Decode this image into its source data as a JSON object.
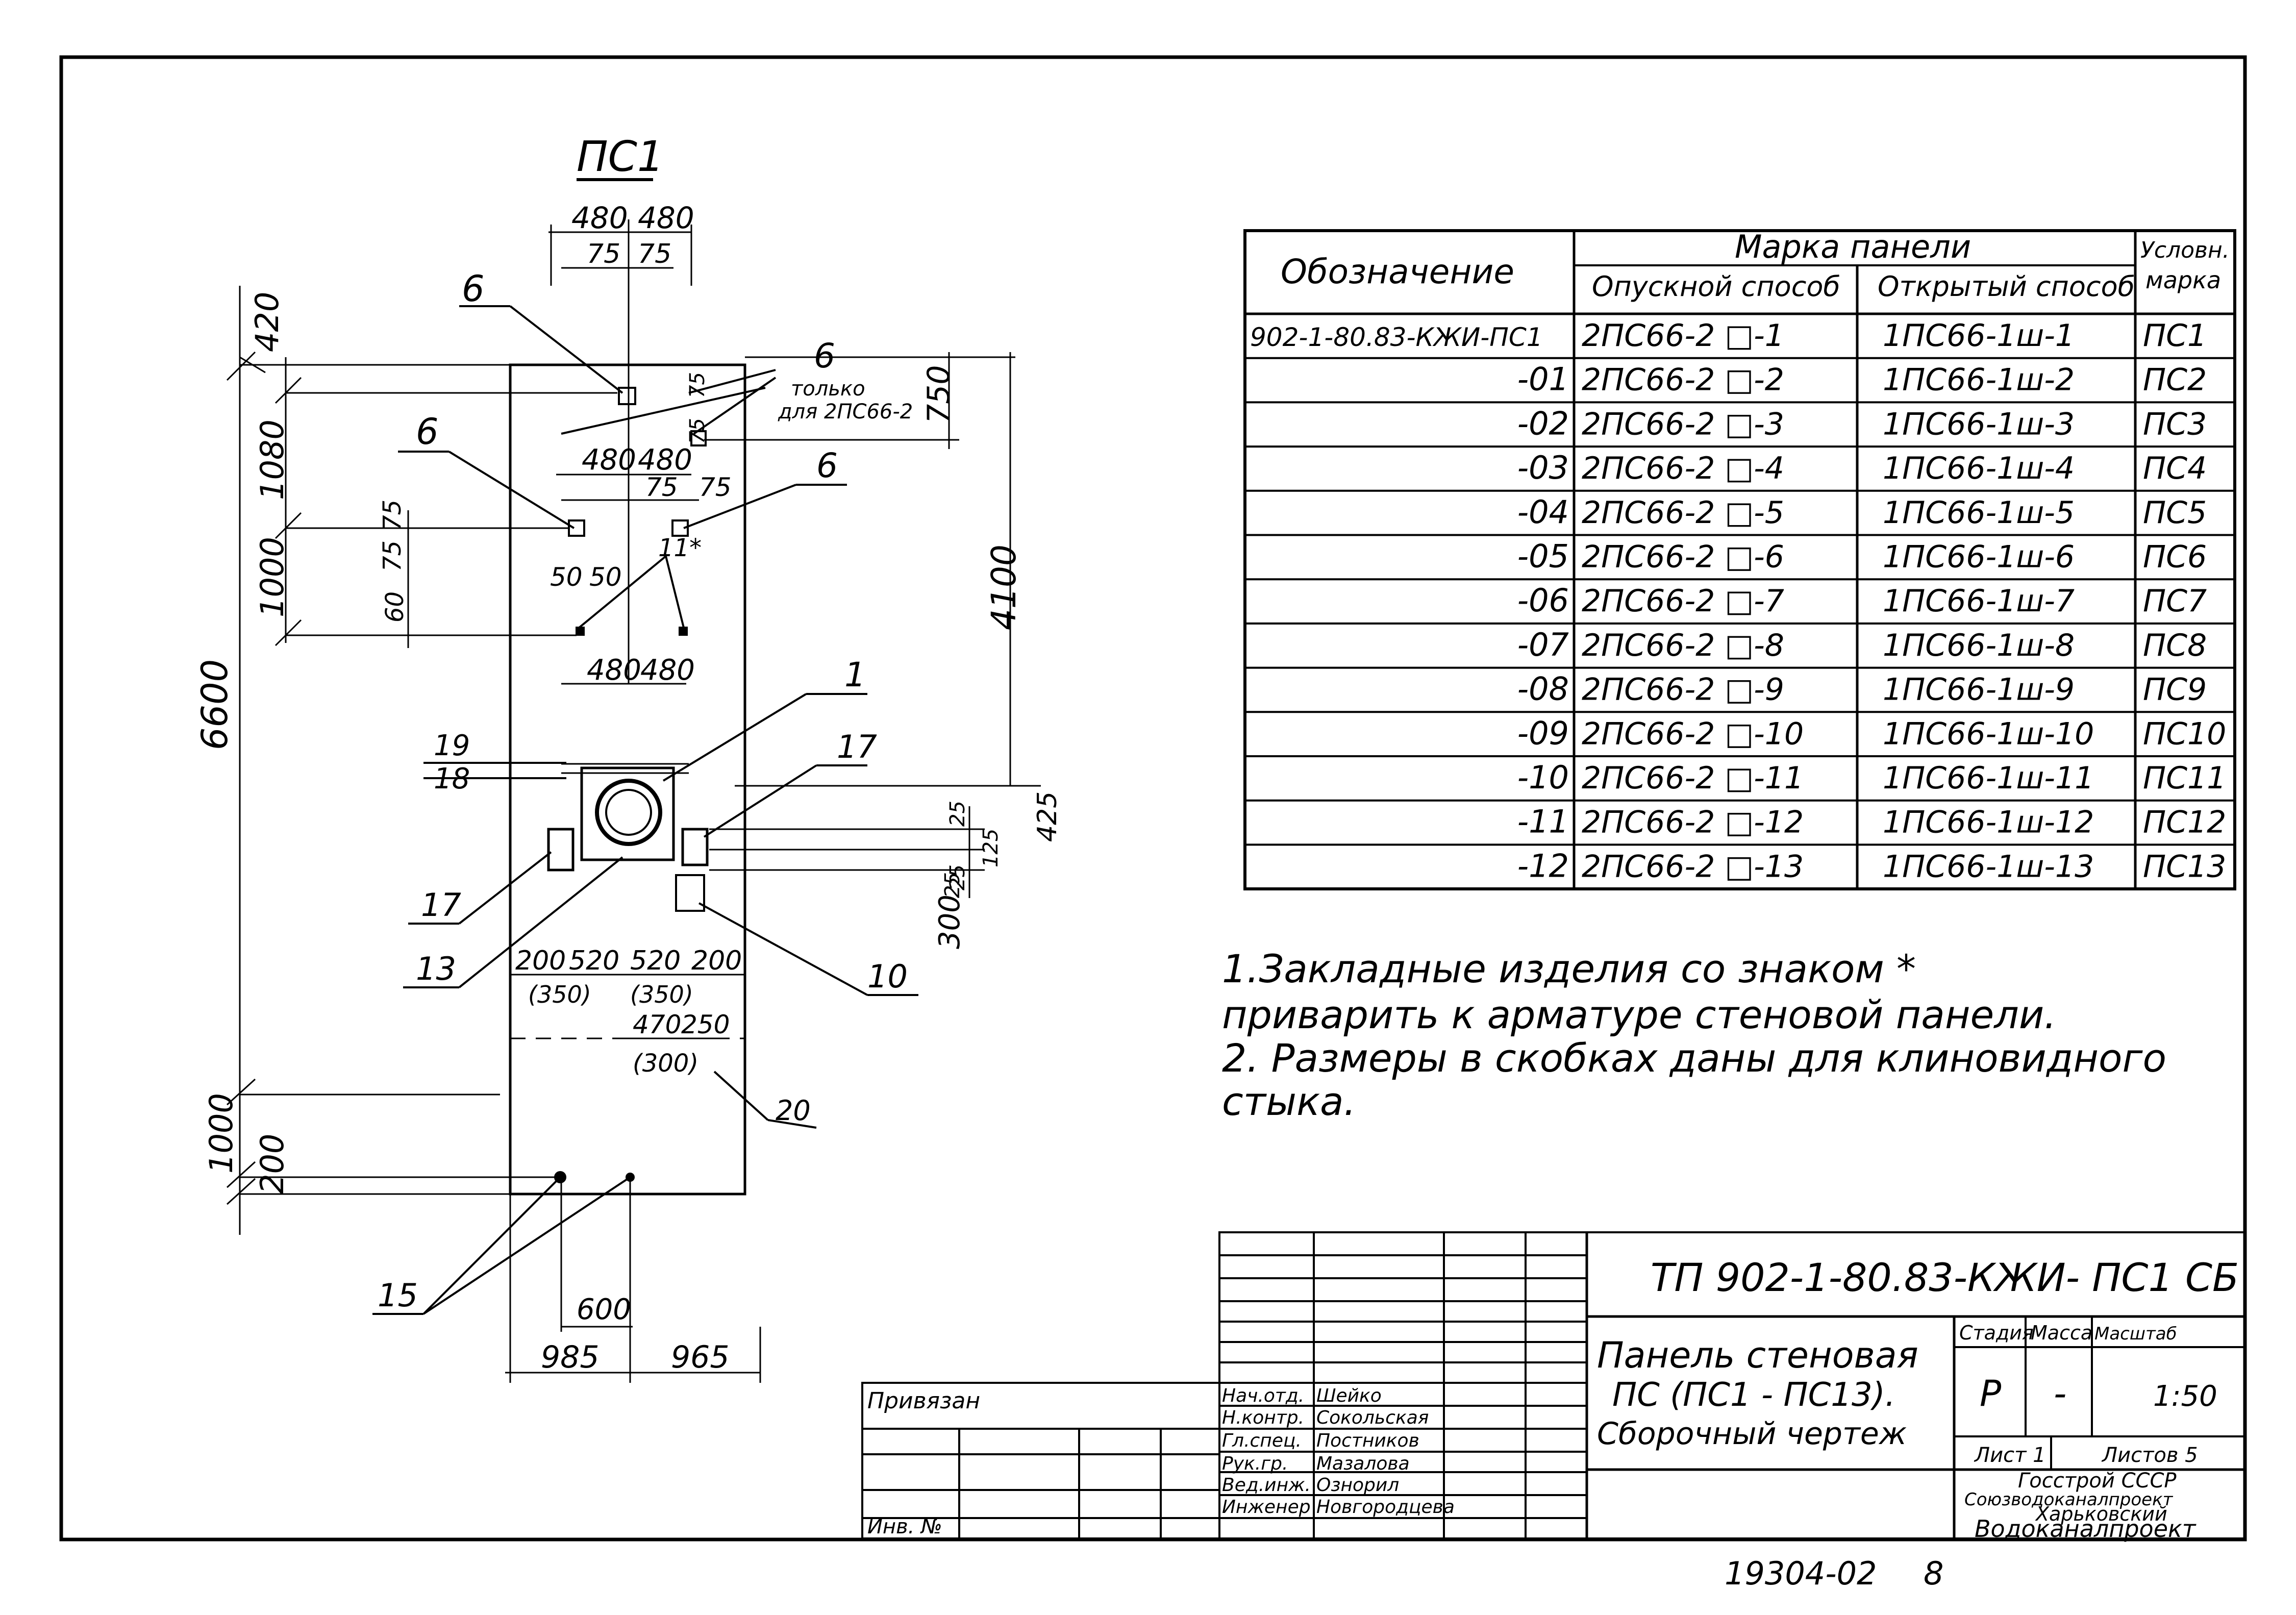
{
  "drawing": {
    "title": "ПС1",
    "dims": {
      "top_480_left": "480",
      "top_480_right": "480",
      "top_75_left": "75",
      "top_75_right": "75",
      "mid_480_left": "480",
      "mid_480_right": "480",
      "mid_75_left": "75",
      "mid_75_right": "75",
      "low_480_left": "480",
      "low_480_right": "480",
      "v_420": "420",
      "v_1080": "1080",
      "v_1000": "1000",
      "v_6600": "6600",
      "v_1000_bottom": "1000",
      "v_200": "200",
      "v_75a": "75",
      "v_75b": "75",
      "v_60": "60",
      "r_750": "750",
      "r_4100": "4100",
      "r_425": "425",
      "r_25a": "25",
      "r_125": "125",
      "r_25b": "25",
      "r_25c": "25",
      "r_75a": "75",
      "r_75b": "75",
      "r_300": "300",
      "d_50a": "50",
      "d_50b": "50",
      "b_200a": "200",
      "b_520a": "520",
      "b_520b": "520",
      "b_200b": "200",
      "b_350a": "(350)",
      "b_350b": "(350)",
      "b_470": "470",
      "b_250": "250",
      "b_300": "(300)",
      "bottom_600": "600",
      "bottom_985": "985",
      "bottom_965": "965"
    },
    "callouts": {
      "c6_top": "6",
      "c6_right_top": "6",
      "only_for_1": "только",
      "only_for_2": "для 2ПС66-2",
      "c6_left": "6",
      "c6_right": "6",
      "c11": "11*",
      "c1": "1",
      "c19": "19",
      "c18": "18",
      "c17_right": "17",
      "c17_left": "17",
      "c13": "13",
      "c10": "10",
      "c20": "20",
      "c15": "15"
    }
  },
  "spec_table": {
    "col_designation": "Обозначение",
    "col_mark": "Марка панели",
    "col_lower": "Опускной способ",
    "col_open": "Открытый способ",
    "col_cond_1": "Условн.",
    "col_cond_2": "марка",
    "rows": [
      {
        "designation": "902-1-80.83-КЖИ-ПС1",
        "lower": "2ПС66-2 □-1",
        "open": "1ПС66-1ш-1",
        "cond": "ПС1"
      },
      {
        "designation": "-01",
        "lower": "2ПС66-2 □-2",
        "open": "1ПС66-1ш-2",
        "cond": "ПС2"
      },
      {
        "designation": "-02",
        "lower": "2ПС66-2 □-3",
        "open": "1ПС66-1ш-3",
        "cond": "ПС3"
      },
      {
        "designation": "-03",
        "lower": "2ПС66-2 □-4",
        "open": "1ПС66-1ш-4",
        "cond": "ПС4"
      },
      {
        "designation": "-04",
        "lower": "2ПС66-2 □-5",
        "open": "1ПС66-1ш-5",
        "cond": "ПС5"
      },
      {
        "designation": "-05",
        "lower": "2ПС66-2 □-6",
        "open": "1ПС66-1ш-6",
        "cond": "ПС6"
      },
      {
        "designation": "-06",
        "lower": "2ПС66-2 □-7",
        "open": "1ПС66-1ш-7",
        "cond": "ПС7"
      },
      {
        "designation": "-07",
        "lower": "2ПС66-2 □-8",
        "open": "1ПС66-1ш-8",
        "cond": "ПС8"
      },
      {
        "designation": "-08",
        "lower": "2ПС66-2 □-9",
        "open": "1ПС66-1ш-9",
        "cond": "ПС9"
      },
      {
        "designation": "-09",
        "lower": "2ПС66-2 □-10",
        "open": "1ПС66-1ш-10",
        "cond": "ПС10"
      },
      {
        "designation": "-10",
        "lower": "2ПС66-2 □-11",
        "open": "1ПС66-1ш-11",
        "cond": "ПС11"
      },
      {
        "designation": "-11",
        "lower": "2ПС66-2 □-12",
        "open": "1ПС66-1ш-12",
        "cond": "ПС12"
      },
      {
        "designation": "-12",
        "lower": "2ПС66-2 □-13",
        "open": "1ПС66-1ш-13",
        "cond": "ПС13"
      }
    ]
  },
  "notes": {
    "line1": "1.Закладные изделия со знаком *",
    "line2": "приварить к арматуре стеновой панели.",
    "line3": "2. Размеры в скобках даны для клиновидного",
    "line4": "стыка."
  },
  "title_block": {
    "code": "ТП 902-1-80.83-КЖИ- ПС1 СБ",
    "name_1": "Панель стеновая",
    "name_2": "ПС (ПС1 - ПС13).",
    "name_3": "Сборочный чертеж",
    "stage_label": "Стадия",
    "mass_label": "Масса",
    "scale_label": "Масштаб",
    "stage": "Р",
    "mass": "-",
    "scale": "1:50",
    "sheet_label": "Лист 1",
    "sheets_label": "Листов 5",
    "org_1": "Госстрой СССР",
    "org_2": "Союзводоканалпроект",
    "org_3": "Харьковский",
    "org_4": "Водоканалпроект",
    "attached": "Привязан",
    "inv": "Инв. №",
    "roles": [
      "Нач.отд.",
      "Н.контр.",
      "Гл.спец.",
      "Рук.гр.",
      "Вед.инж.",
      "Инженер"
    ],
    "names": [
      "Шейко",
      "Сокольская",
      "Постников",
      "Мазалова",
      "Ознорил",
      "Новгородцева"
    ]
  },
  "footer": {
    "number": "19304-02",
    "page": "8"
  }
}
